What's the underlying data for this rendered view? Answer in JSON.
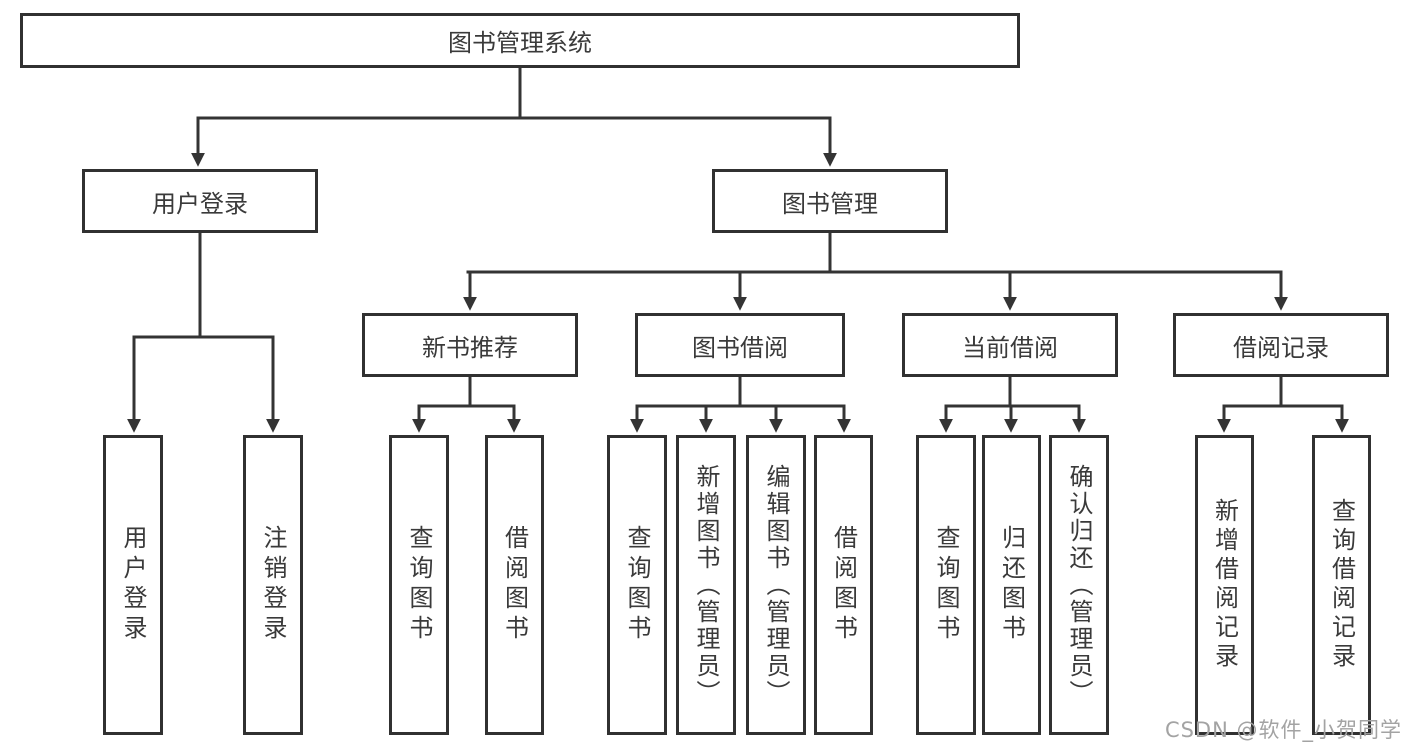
{
  "diagram": {
    "title": "图书管理系统",
    "tree": {
      "label": "图书管理系统",
      "children": [
        {
          "label": "用户登录",
          "children": [
            {
              "label": "用户登录"
            },
            {
              "label": "注销登录"
            }
          ]
        },
        {
          "label": "图书管理",
          "children": [
            {
              "label": "新书推荐",
              "children": [
                {
                  "label": "查询图书"
                },
                {
                  "label": "借阅图书"
                }
              ]
            },
            {
              "label": "图书借阅",
              "children": [
                {
                  "label": "查询图书"
                },
                {
                  "label": "新增图书（管理员）"
                },
                {
                  "label": "编辑图书（管理员）"
                },
                {
                  "label": "借阅图书"
                }
              ]
            },
            {
              "label": "当前借阅",
              "children": [
                {
                  "label": "查询图书"
                },
                {
                  "label": "归还图书"
                },
                {
                  "label": "确认归还（管理员）"
                }
              ]
            },
            {
              "label": "借阅记录",
              "children": [
                {
                  "label": "新增借阅记录"
                },
                {
                  "label": "查询借阅记录"
                }
              ]
            }
          ]
        }
      ]
    }
  },
  "watermark": {
    "text": "CSDN @软件_小贺同学",
    "color": "#a3a3a3"
  },
  "colors": {
    "line": "#343434",
    "border": "#313131",
    "text": "#3a3a3a",
    "background": "#ffffff"
  }
}
